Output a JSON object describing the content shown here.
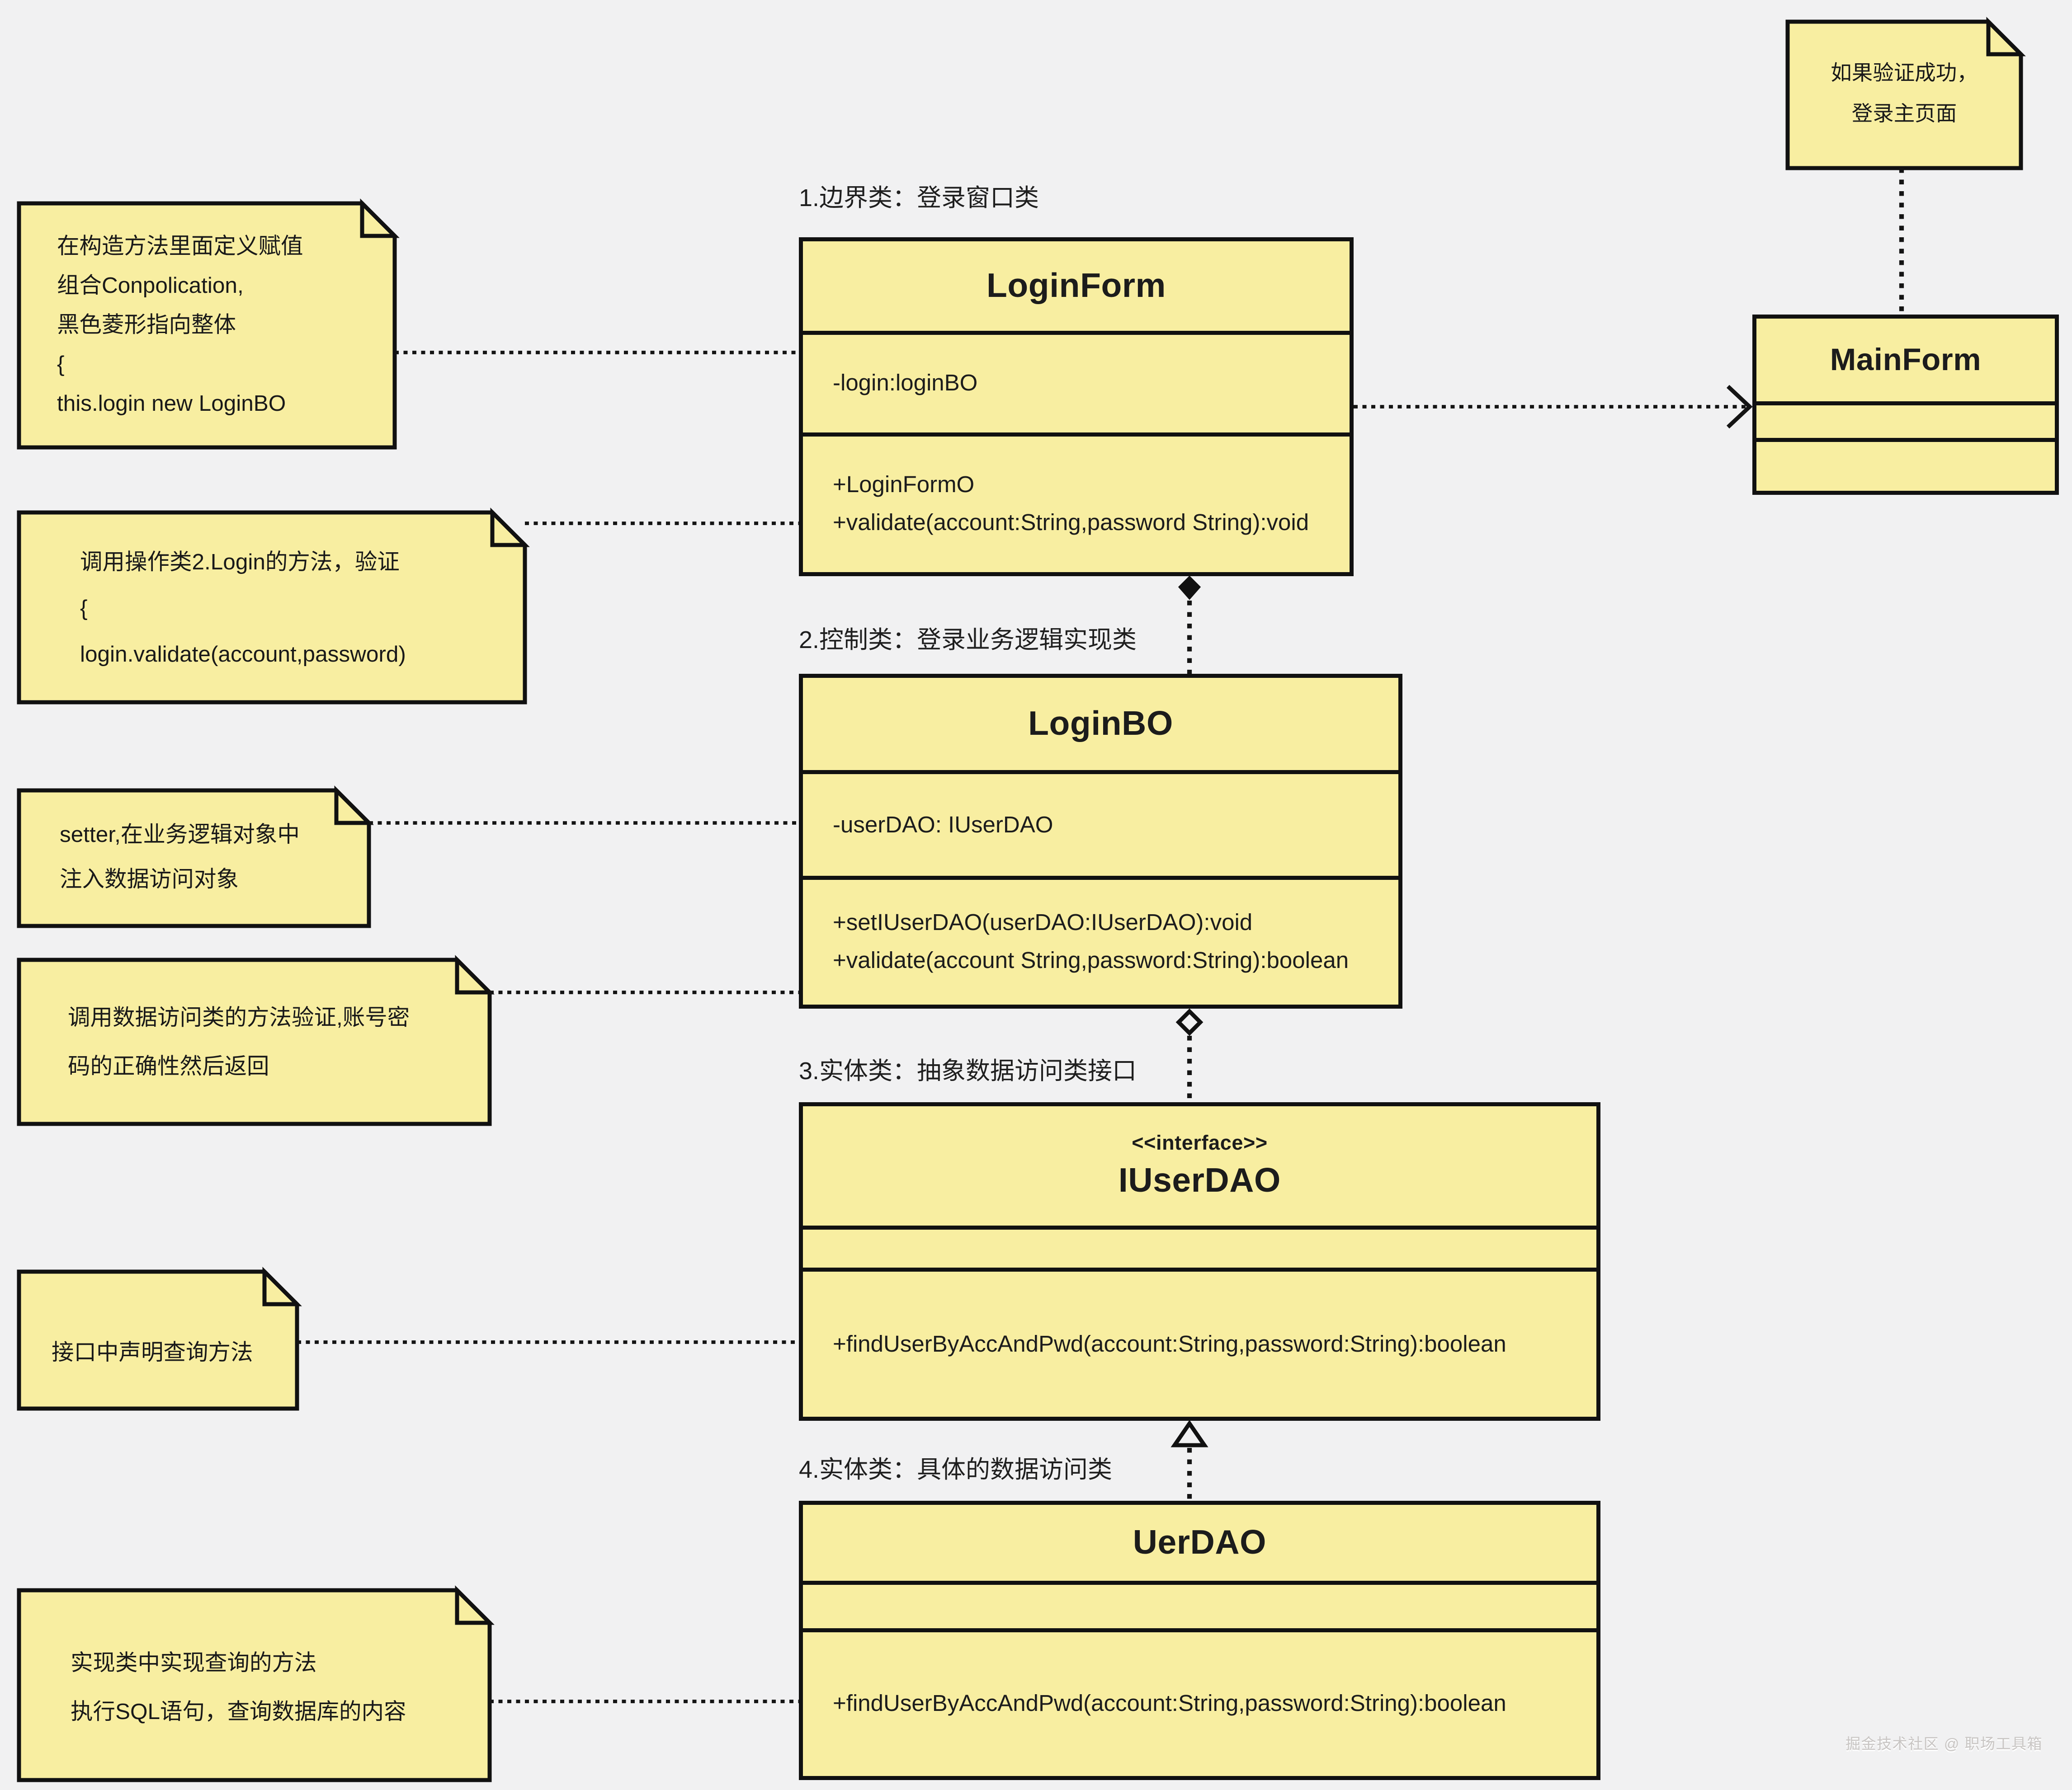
{
  "diagram": {
    "kind": "uml-class-diagram",
    "background": "#f1f1f2",
    "shape_fill": "#f8eea1",
    "outline_color": "#111111",
    "watermark": "掘金技术社区 @ 职场工具箱"
  },
  "section_labels": {
    "boundary": "1.边界类：登录窗口类",
    "control": "2.控制类：登录业务逻辑实现类",
    "interface": "3.实体类：抽象数据访问类接口",
    "concrete": "4.实体类：具体的数据访问类"
  },
  "classes": {
    "login_form": {
      "name": "LoginForm",
      "attributes": [
        "-login:loginBO"
      ],
      "methods": [
        "+LoginFormO",
        "+validate(account:String,password String):void"
      ]
    },
    "login_bo": {
      "name": "LoginBO",
      "attributes": [
        "-userDAO: IUserDAO"
      ],
      "methods": [
        "+setIUserDAO(userDAO:IUserDAO):void",
        "+validate(account String,password:String):boolean"
      ]
    },
    "iuserdao": {
      "stereotype": "<<interface>>",
      "name": "IUserDAO",
      "attributes": [],
      "methods": [
        "+findUserByAccAndPwd(account:String,password:String):boolean"
      ]
    },
    "uerdao": {
      "name": "UerDAO",
      "attributes": [],
      "methods": [
        "+findUserByAccAndPwd(account:String,password:String):boolean"
      ]
    },
    "main_form": {
      "name": "MainForm",
      "attributes": [],
      "methods": []
    }
  },
  "notes": {
    "constructor_note": {
      "lines": [
        "在构造方法里面定义赋值",
        "组合Conpolication,",
        "黑色菱形指向整体",
        "{",
        "this.login new LoginBO"
      ]
    },
    "call_login_note": {
      "lines": [
        "调用操作类2.Login的方法，验证",
        "{",
        "login.validate(account,password)"
      ]
    },
    "setter_note": {
      "lines": [
        "setter,在业务逻辑对象中",
        "注入数据访问对象"
      ]
    },
    "dao_validate_note": {
      "lines": [
        "调用数据访问类的方法验证,账号密",
        "码的正确性然后返回"
      ]
    },
    "interface_note": {
      "lines": [
        "接口中声明查询方法"
      ]
    },
    "impl_note": {
      "lines": [
        "实现类中实现查询的方法",
        "执行SQL语句，查询数据库的内容"
      ]
    },
    "main_note": {
      "lines": [
        "如果验证成功，",
        "登录主页面"
      ]
    }
  },
  "relations": {
    "loginform_loginbo": "composition (filled diamond, dashed)",
    "loginbo_iuserdao": "aggregation (hollow diamond, dashed)",
    "uerdao_iuserdao": "realization (hollow triangle, dashed)",
    "loginform_mainform": "dependency (open arrow, dotted)"
  }
}
